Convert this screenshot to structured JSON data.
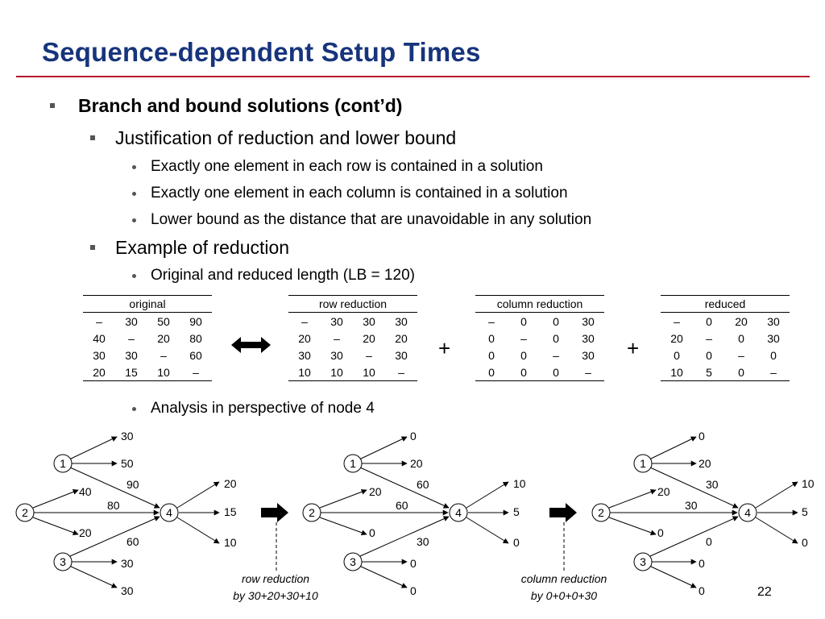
{
  "slide": {
    "title": "Sequence-dependent Setup Times",
    "page_number": "22"
  },
  "bullets": {
    "b1": "Branch and bound solutions (cont’d)",
    "b2": "Justification of reduction and lower bound",
    "b3": "Exactly one element in each row is contained in a solution",
    "b4": "Exactly one element in each column is contained in a solution",
    "b5": "Lower bound as the distance that are unavoidable in any solution",
    "b6": "Example of reduction",
    "b7": "Original and reduced length (LB = 120)",
    "b8": "Analysis in perspective of node 4"
  },
  "tables": [
    {
      "header": "original",
      "rows": [
        [
          "–",
          "30",
          "50",
          "90"
        ],
        [
          "40",
          "–",
          "20",
          "80"
        ],
        [
          "30",
          "30",
          "–",
          "60"
        ],
        [
          "20",
          "15",
          "10",
          "–"
        ]
      ]
    },
    {
      "header": "row reduction",
      "rows": [
        [
          "–",
          "30",
          "30",
          "30"
        ],
        [
          "20",
          "–",
          "20",
          "20"
        ],
        [
          "30",
          "30",
          "–",
          "30"
        ],
        [
          "10",
          "10",
          "10",
          "–"
        ]
      ]
    },
    {
      "header": "column reduction",
      "rows": [
        [
          "–",
          "0",
          "0",
          "30"
        ],
        [
          "0",
          "–",
          "0",
          "30"
        ],
        [
          "0",
          "0",
          "–",
          "30"
        ],
        [
          "0",
          "0",
          "0",
          "–"
        ]
      ]
    },
    {
      "header": "reduced",
      "rows": [
        [
          "–",
          "0",
          "20",
          "30"
        ],
        [
          "20",
          "–",
          "0",
          "30"
        ],
        [
          "0",
          "0",
          "–",
          "0"
        ],
        [
          "10",
          "5",
          "0",
          "–"
        ]
      ]
    }
  ],
  "operators": {
    "plus1": "+",
    "plus2": "+"
  },
  "graphs": [
    {
      "n1": "1",
      "n2": "2",
      "n3": "3",
      "n4": "4",
      "top": "30",
      "n1_out": "50",
      "e14": "90",
      "n2_out": "40",
      "e24": "80",
      "n2_low": "20",
      "e34": "60",
      "n3_mid": "30",
      "n3_low": "30",
      "o4_top": "20",
      "o4_mid": "15",
      "o4_low": "10"
    },
    {
      "n1": "1",
      "n2": "2",
      "n3": "3",
      "n4": "4",
      "top": "0",
      "n1_out": "20",
      "e14": "60",
      "n2_out": "20",
      "e24": "60",
      "n2_low": "0",
      "e34": "30",
      "n3_mid": "0",
      "n3_low": "0",
      "o4_top": "10",
      "o4_mid": "5",
      "o4_low": "0"
    },
    {
      "n1": "1",
      "n2": "2",
      "n3": "3",
      "n4": "4",
      "top": "0",
      "n1_out": "20",
      "e14": "30",
      "n2_out": "20",
      "e24": "30",
      "n2_low": "0",
      "e34": "0",
      "n3_mid": "0",
      "n3_low": "0",
      "o4_top": "10",
      "o4_mid": "5",
      "o4_low": "0"
    }
  ],
  "captions": {
    "row1": "row reduction",
    "row2": "by 30+20+30+10",
    "col1": "column reduction",
    "col2": "by 0+0+0+30"
  }
}
